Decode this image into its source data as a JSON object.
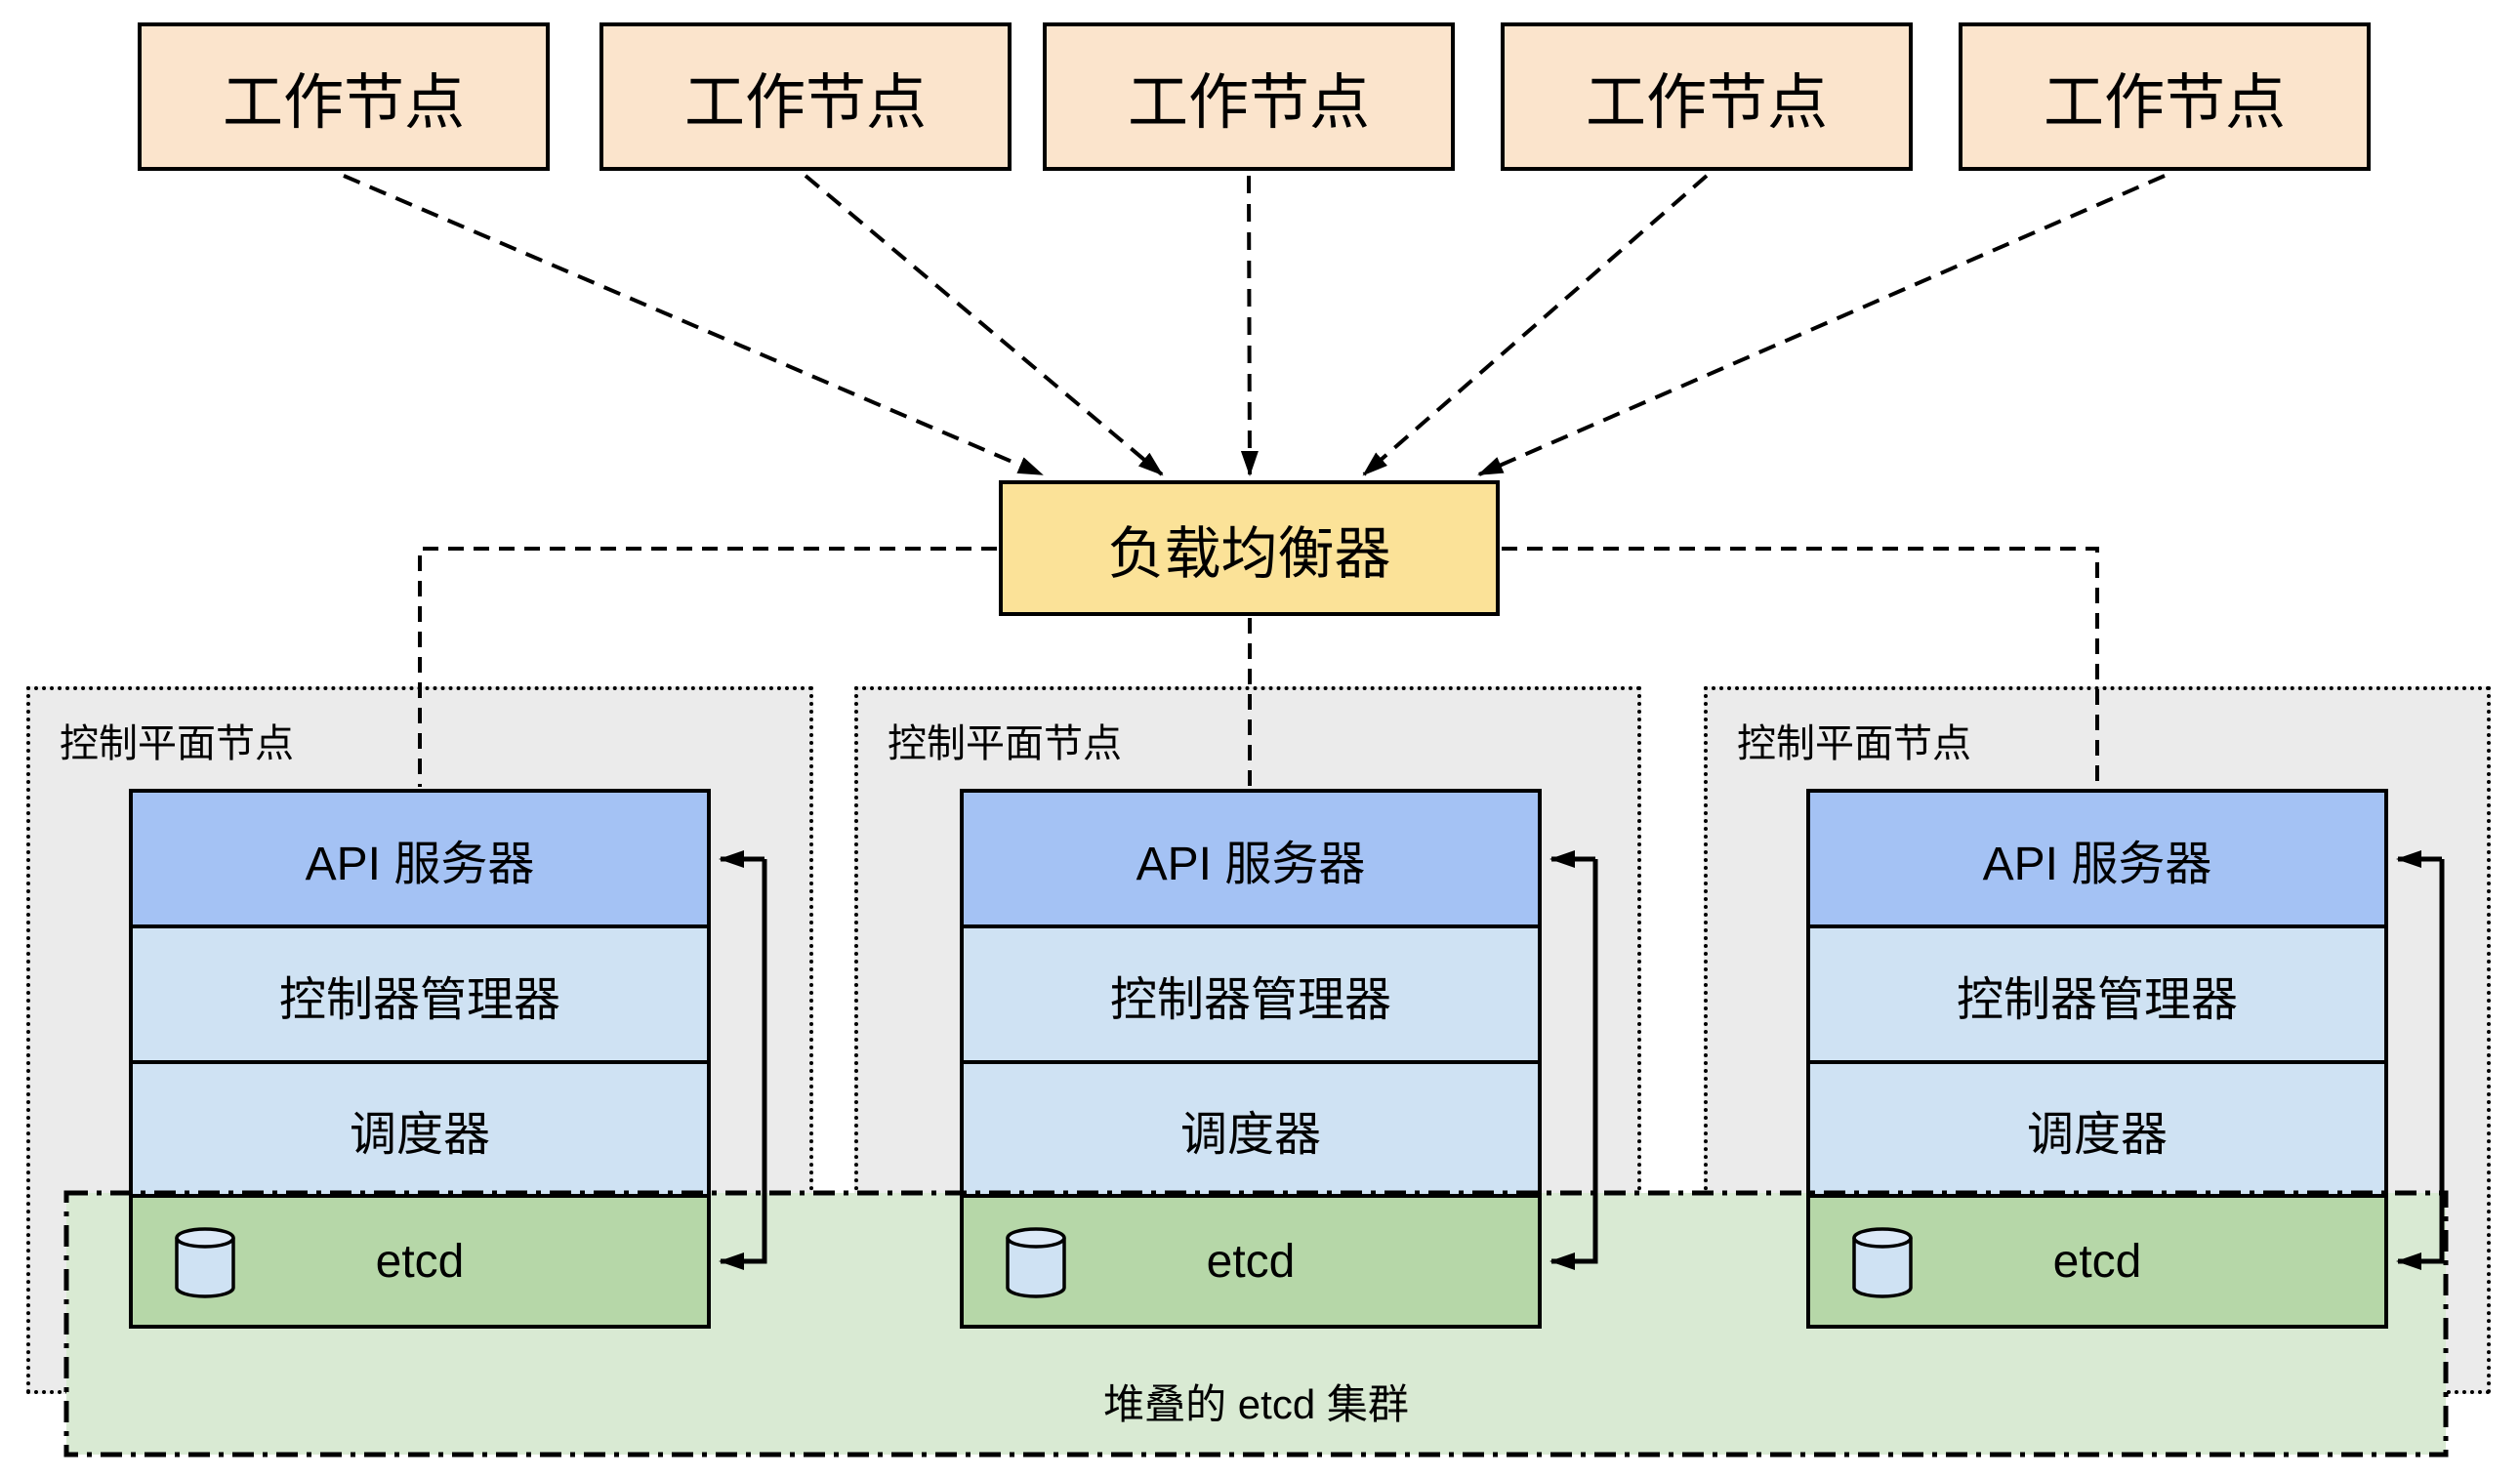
{
  "workers": [
    {
      "label": "工作节点"
    },
    {
      "label": "工作节点"
    },
    {
      "label": "工作节点"
    },
    {
      "label": "工作节点"
    },
    {
      "label": "工作节点"
    }
  ],
  "load_balancer": {
    "label": "负载均衡器"
  },
  "control_plane_nodes": [
    {
      "label": "控制平面节点",
      "api_server": "API 服务器",
      "controller_manager": "控制器管理器",
      "scheduler": "调度器",
      "etcd": "etcd"
    },
    {
      "label": "控制平面节点",
      "api_server": "API 服务器",
      "controller_manager": "控制器管理器",
      "scheduler": "调度器",
      "etcd": "etcd"
    },
    {
      "label": "控制平面节点",
      "api_server": "API 服务器",
      "controller_manager": "控制器管理器",
      "scheduler": "调度器",
      "etcd": "etcd"
    }
  ],
  "etcd_cluster": {
    "label": "堆叠的 etcd 集群"
  },
  "icons": {
    "etcd_icon": "database-cylinder"
  },
  "colors": {
    "worker_fill": "#fbe4cc",
    "load_balancer_fill": "#fbe298",
    "api_server_fill": "#a4c2f4",
    "controller_scheduler_fill": "#cfe2f3",
    "etcd_fill": "#b6d7a8",
    "etcd_cluster_fill": "#d9ead3",
    "control_plane_fill": "#ebebeb",
    "cylinder_fill": "#cfe2f3",
    "line_color": "#000000"
  }
}
